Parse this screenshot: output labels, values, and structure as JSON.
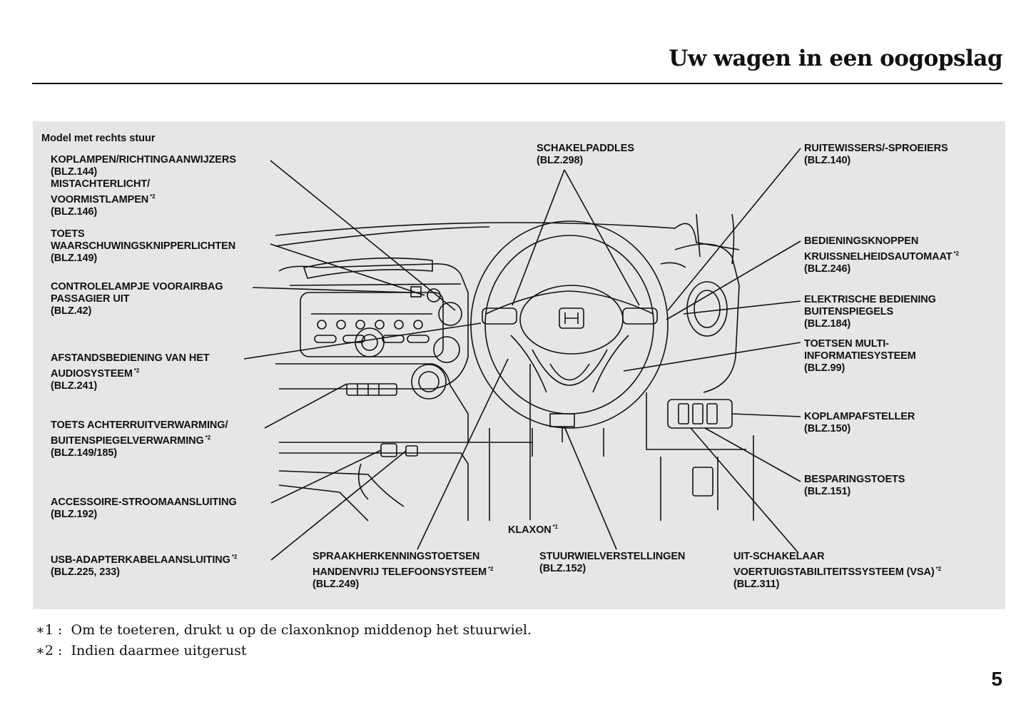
{
  "header": {
    "title": "Uw wagen in een oogopslag"
  },
  "figure": {
    "model": "Model met rechts stuur",
    "labels": {
      "koplampen": [
        "KOPLAMPEN/RICHTINGAANWIJZERS",
        "(BLZ.144)",
        "MISTACHTERLICHT/",
        "VOORMISTLAMPEN",
        "(BLZ.146)"
      ],
      "waarschuwing": [
        "TOETS",
        "WAARSCHUWINGSKNIPPERLICHTEN",
        "(BLZ.149)"
      ],
      "airbag": [
        "CONTROLELAMPJE VOORAIRBAG",
        "PASSAGIER UIT",
        "(BLZ.42)"
      ],
      "audio": [
        "AFSTANDSBEDIENING VAN HET",
        "AUDIOSYSTEEM",
        "(BLZ.241)"
      ],
      "achterruit": [
        "TOETS ACHTERRUITVERWARMING/",
        "BUITENSPIEGELVERWARMING",
        "(BLZ.149/185)"
      ],
      "accessoire": [
        "ACCESSOIRE-STROOMAANSLUITING",
        "(BLZ.192)"
      ],
      "usb": [
        "USB-ADAPTERKABELAANSLUITING",
        "(BLZ.225, 233)"
      ],
      "spraak": [
        "SPRAAKHERKENNINGSTOETSEN",
        "HANDENVRIJ TELEFOONSYSTEEM",
        "(BLZ.249)"
      ],
      "klaxon": [
        "KLAXON"
      ],
      "stuurwiel": [
        "STUURWIELVERSTELLINGEN",
        "(BLZ.152)"
      ],
      "vsa": [
        "UIT-SCHAKELAAR",
        "VOERTUIGSTABILITEITSSYSTEEM (VSA)",
        "(BLZ.311)"
      ],
      "paddles": [
        "SCHAKELPADDLES",
        "(BLZ.298)"
      ],
      "ruitewissers": [
        "RUITEWISSERS/-SPROEIERS",
        "(BLZ.140)"
      ],
      "cruise": [
        "BEDIENINGSKNOPPEN",
        "KRUISSNELHEIDSAUTOMAAT",
        "(BLZ.246)"
      ],
      "spiegels": [
        "ELEKTRISCHE BEDIENING",
        "BUITENSPIEGELS",
        "(BLZ.184)"
      ],
      "multi": [
        "TOETSEN MULTI-",
        "INFORMATIESYSTEEM",
        "(BLZ.99)"
      ],
      "koplampafsteller": [
        "KOPLAMPAFSTELLER",
        "(BLZ.150)"
      ],
      "besparing": [
        "BESPARINGSTOETS",
        "(BLZ.151)"
      ]
    },
    "sup1": "*1",
    "sup2": "*2"
  },
  "footnotes": [
    {
      "marker": "∗1 :",
      "text": "Om te toeteren, drukt u op de claxonknop middenop het stuurwiel."
    },
    {
      "marker": "∗2 :",
      "text": "Indien daarmee uitgerust"
    }
  ],
  "page_number": "5",
  "colors": {
    "figure_bg": "#e6e6e6",
    "ink": "#111111"
  }
}
